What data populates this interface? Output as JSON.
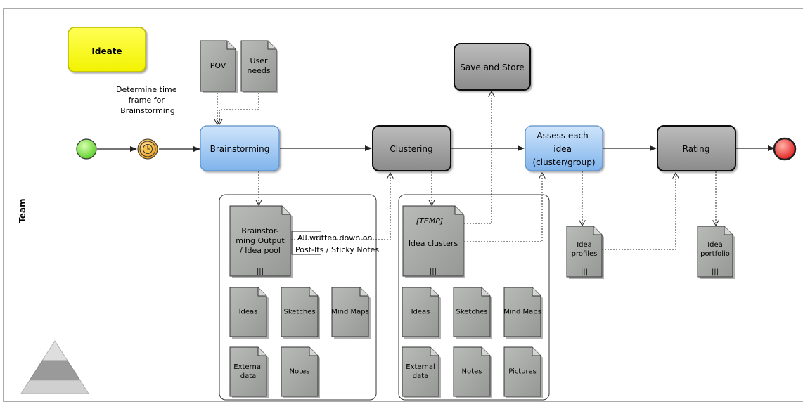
{
  "pool": {
    "lane_label": "Team"
  },
  "phase": {
    "label": "Ideate"
  },
  "annotation_time": [
    "Determine time",
    "frame for",
    "Brainstorming"
  ],
  "annotation_postits": [
    "All written down on",
    "Post-Its / Sticky Notes"
  ],
  "tasks": {
    "brainstorming": [
      "Brainstorming"
    ],
    "clustering": [
      "Clustering"
    ],
    "save_store": [
      "Save and Store"
    ],
    "assess": [
      "Assess each",
      "idea",
      "(cluster/group)"
    ],
    "rating": [
      "Rating"
    ]
  },
  "inputs": {
    "pov": [
      "POV"
    ],
    "user_needs": [
      "User",
      "needs"
    ]
  },
  "outputs": {
    "brainstorm_output": [
      "Brainstor-",
      "ming Output",
      "/ Idea pool"
    ],
    "temp_tag": "[TEMP]",
    "idea_clusters": [
      "Idea clusters"
    ],
    "idea_profiles": [
      "Idea",
      "profiles"
    ],
    "idea_portfolio": [
      "Idea",
      "portfolio"
    ]
  },
  "group_left_docs": [
    [
      "Ideas"
    ],
    [
      "Sketches"
    ],
    [
      "Mind Maps"
    ],
    [
      "External",
      "data"
    ],
    [
      "Notes"
    ]
  ],
  "group_right_docs": [
    [
      "Ideas"
    ],
    [
      "Sketches"
    ],
    [
      "Mind Maps"
    ],
    [
      "External",
      "data"
    ],
    [
      "Notes"
    ],
    [
      "Pictures"
    ]
  ],
  "collection_marker": "|||",
  "colors": {
    "task_gray": "#9a9a9a",
    "task_blue": "#8fbfef",
    "doc_gray": "#a9aba9",
    "phase_yellow": "#ffff00",
    "start_green": "#66dd33",
    "end_red": "#ee2222",
    "timer_orange": "#f0a020"
  }
}
